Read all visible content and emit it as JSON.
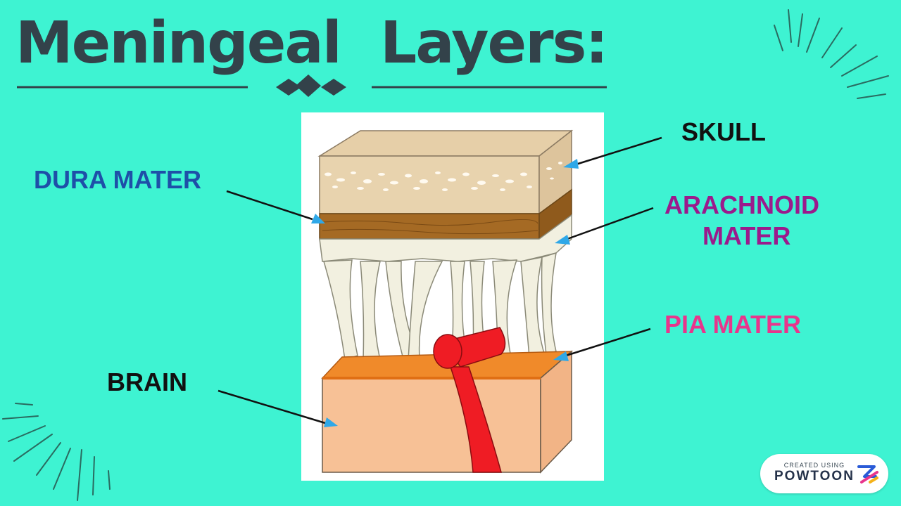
{
  "title": {
    "word1": "Meningeal",
    "word2": "Layers:"
  },
  "labels": {
    "skull": "SKULL",
    "dura": "DURA MATER",
    "arachnoid_line1": "ARACHNOID",
    "arachnoid_line2": "MATER",
    "pia": "PIA MATER",
    "brain": "BRAIN"
  },
  "watermark": {
    "small": "CREATED USING",
    "brand": "POWTOON"
  },
  "colors": {
    "background": "#3ef3d2",
    "title": "#33424a",
    "skull_label": "#111111",
    "dura_label": "#1e4fa8",
    "arachnoid_label": "#9b1a8c",
    "pia_label": "#e8358c",
    "brain_label": "#111111",
    "arrow_tip": "#2fa8e8"
  }
}
